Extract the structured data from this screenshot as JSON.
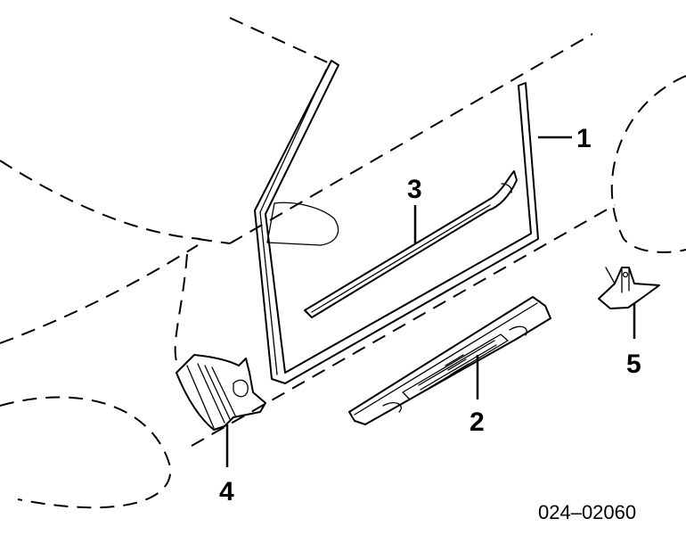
{
  "diagram": {
    "callouts": {
      "c1": "1",
      "c2": "2",
      "c3": "3",
      "c4": "4",
      "c5": "5"
    },
    "part_number": "024–02060"
  }
}
